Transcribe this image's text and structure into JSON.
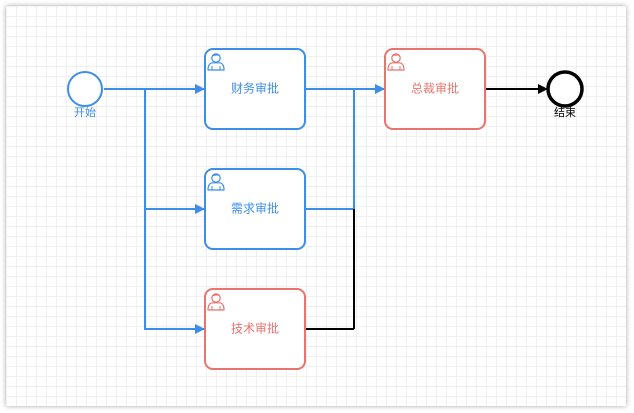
{
  "colors": {
    "blue": "#3d8ee8",
    "red": "#e8736f",
    "black": "#000000",
    "grid": "#f0f0f0"
  },
  "events": {
    "start": {
      "label": "开始"
    },
    "end": {
      "label": "结束"
    }
  },
  "tasks": {
    "finance": {
      "label": "财务审批",
      "icon": "user-icon"
    },
    "demand": {
      "label": "需求审批",
      "icon": "user-icon"
    },
    "tech": {
      "label": "技术审批",
      "icon": "user-icon"
    },
    "ceo": {
      "label": "总裁审批",
      "icon": "user-icon"
    }
  }
}
